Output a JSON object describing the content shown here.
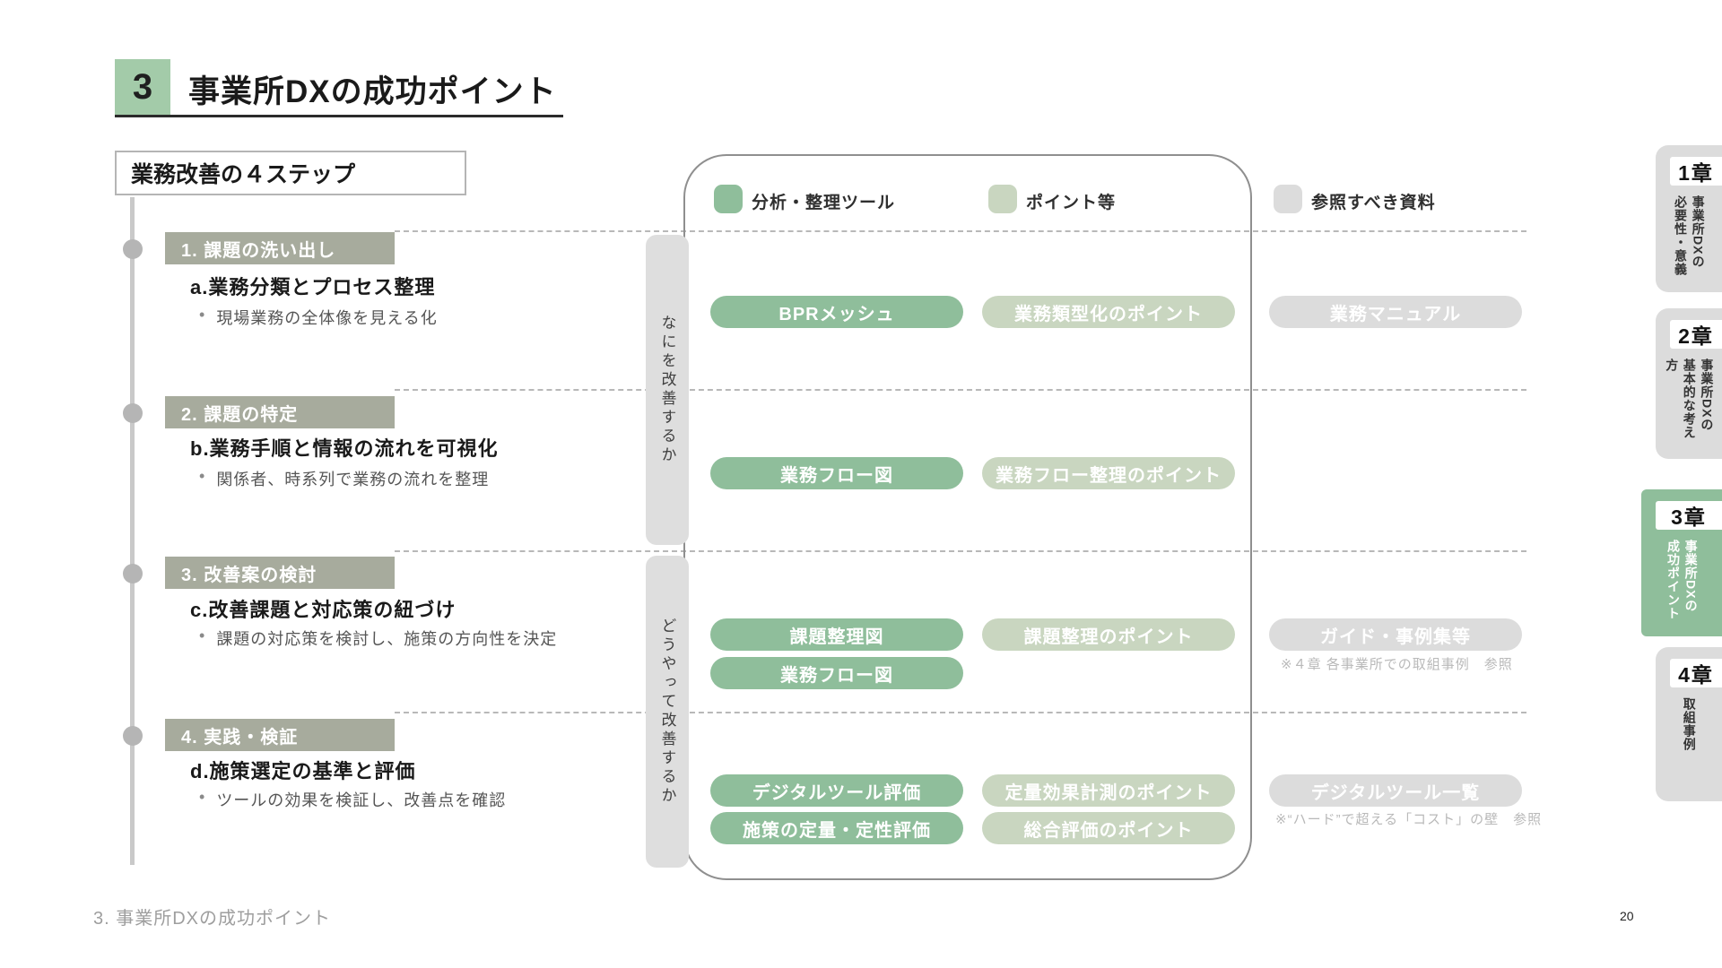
{
  "header": {
    "number": "3",
    "title": "事業所DXの成功ポイント"
  },
  "ui": {
    "bullet": "•"
  },
  "colors": {
    "accent_green": "#8fbe9b",
    "light_green": "#c9d6c0",
    "gray": "#dcdcdc",
    "step_header": "#a7ab9d",
    "title_badge": "#a3cba9"
  },
  "steps_panel": {
    "title": "業務改善の４ステップ",
    "items": [
      {
        "label": "1. 課題の洗い出し",
        "subtitle": "a.業務分類とプロセス整理",
        "bullet": "現場業務の全体像を見える化"
      },
      {
        "label": "2. 課題の特定",
        "subtitle": "b.業務手順と情報の流れを可視化",
        "bullet": "関係者、時系列で業務の流れを整理"
      },
      {
        "label": "3. 改善案の検討",
        "subtitle": "c.改善課題と対応策の紐づけ",
        "bullet": "課題の対応策を検討し、施策の方向性を決定"
      },
      {
        "label": "4. 実践・検証",
        "subtitle": "d.施策選定の基準と評価",
        "bullet": "ツールの効果を検証し、改善点を確認"
      }
    ]
  },
  "legend": {
    "items": [
      {
        "label": "分析・整理ツール",
        "color": "#8fbe9b"
      },
      {
        "label": "ポイント等",
        "color": "#c9d6c0"
      },
      {
        "label": "参照すべき資料",
        "color": "#dcdcdc"
      }
    ]
  },
  "phases": [
    {
      "label": "なにを改善するか"
    },
    {
      "label": "どうやって改善するか"
    }
  ],
  "matrix": {
    "rows": [
      {
        "tools": [
          "BPRメッシュ"
        ],
        "points": [
          "業務類型化のポイント"
        ],
        "docs": [
          "業務マニュアル"
        ],
        "note": ""
      },
      {
        "tools": [
          "業務フロー図"
        ],
        "points": [
          "業務フロー整理のポイント"
        ],
        "docs": [],
        "note": ""
      },
      {
        "tools": [
          "課題整理図",
          "業務フロー図"
        ],
        "points": [
          "課題整理のポイント"
        ],
        "docs": [
          "ガイド・事例集等"
        ],
        "note": "※４章 各事業所での取組事例　参照"
      },
      {
        "tools": [
          "デジタルツール評価",
          "施策の定量・定性評価"
        ],
        "points": [
          "定量効果計測のポイント",
          "総合評価のポイント"
        ],
        "docs": [
          "デジタルツール一覧"
        ],
        "note": "※“ハード”で超える「コスト」の壁　参照"
      }
    ]
  },
  "sidebar": {
    "tabs": [
      {
        "chapter": "1章",
        "line1": "事業所DXの",
        "line2": "必要性・意義",
        "active": false
      },
      {
        "chapter": "2章",
        "line1": "事業所DXの",
        "line2": "基本的な考え方",
        "active": false
      },
      {
        "chapter": "3章",
        "line1": "事業所DXの",
        "line2": "成功ポイント",
        "active": true
      },
      {
        "chapter": "4章",
        "line1": "取組事例",
        "line2": "",
        "active": false
      }
    ]
  },
  "footer": {
    "breadcrumb": "3. 事業所DXの成功ポイント",
    "page_number": "20"
  }
}
